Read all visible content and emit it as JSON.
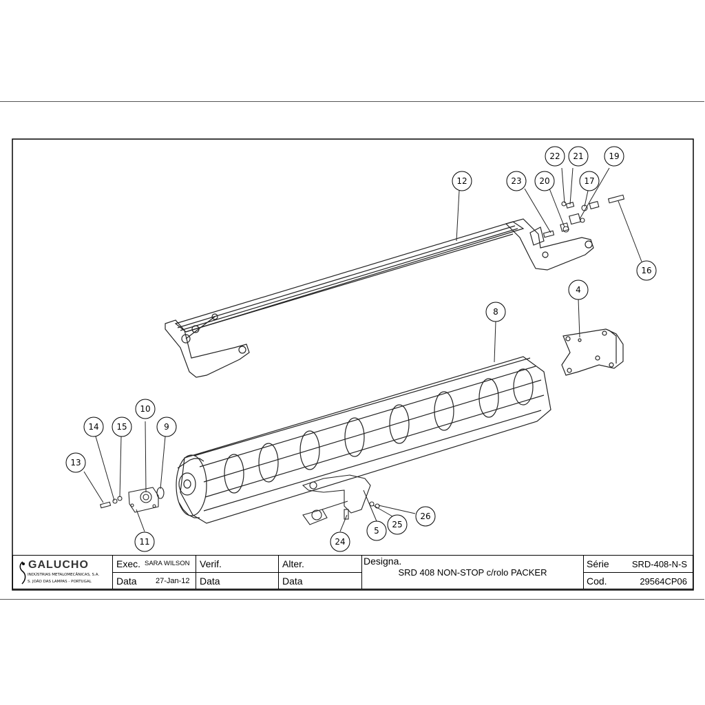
{
  "balloons": [
    {
      "label": "12"
    },
    {
      "label": "23"
    },
    {
      "label": "20"
    },
    {
      "label": "22"
    },
    {
      "label": "21"
    },
    {
      "label": "17"
    },
    {
      "label": "19"
    },
    {
      "label": "16"
    },
    {
      "label": "4"
    },
    {
      "label": "8"
    },
    {
      "label": "10"
    },
    {
      "label": "14"
    },
    {
      "label": "15"
    },
    {
      "label": "9"
    },
    {
      "label": "13"
    },
    {
      "label": "11"
    },
    {
      "label": "24"
    },
    {
      "label": "5"
    },
    {
      "label": "25"
    },
    {
      "label": "26"
    }
  ],
  "title_block": {
    "company": "GALUCHO",
    "company_sub1": "INDÚSTRIAS METALOMECÂNICAS, S.A.",
    "company_sub2": "S. JOÃO DAS LAMPAS - PORTUGAL",
    "exec_label": "Exec.",
    "exec_value": "SARA WILSON",
    "date_label": "Data",
    "date_value": "27-Jan-12",
    "verif_label": "Verif.",
    "verif_date_label": "Data",
    "alter_label": "Alter.",
    "alter_date_label": "Data",
    "designation_label": "Designa.",
    "designation_value": "SRD 408 NON-STOP c/rolo PACKER",
    "serie_label": "Série",
    "serie_value": "SRD-408-N-S",
    "code_label": "Cod.",
    "code_value": "29564CP06"
  }
}
